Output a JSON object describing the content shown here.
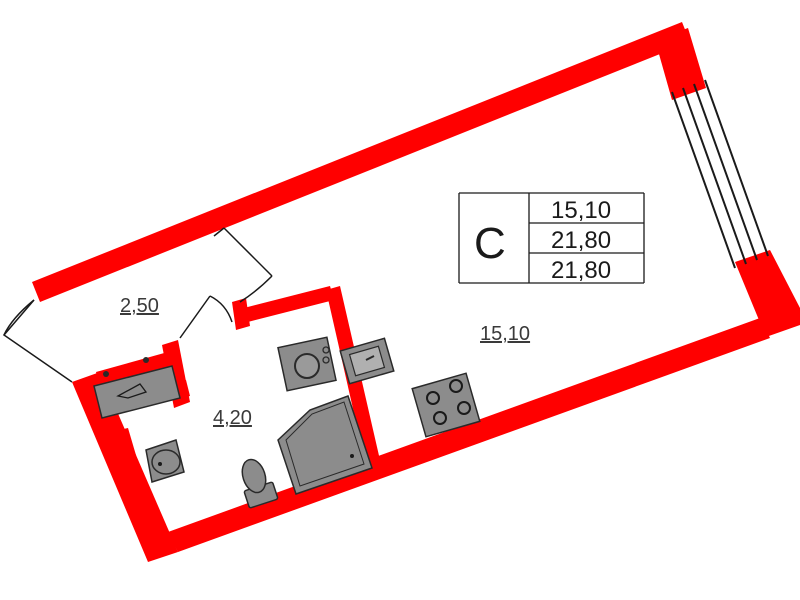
{
  "colors": {
    "wall": "#ff0000",
    "fixture_fill": "#8c8c8c",
    "fixture_stroke": "#2a2a2a",
    "line": "#1a1a1a"
  },
  "rooms": {
    "hall_area": "2,50",
    "bathroom_area": "4,20",
    "living_area": "15,10"
  },
  "summary": {
    "type_letter": "С",
    "living_area": "15,10",
    "total_area": "21,80",
    "total_area_with_balcony": "21,80"
  },
  "icons": [
    "wardrobe-icon",
    "sink-icon",
    "toilet-icon",
    "shower-icon",
    "washing-machine-icon",
    "kitchen-sink-icon",
    "stove-icon",
    "window-icon",
    "door-icon"
  ]
}
